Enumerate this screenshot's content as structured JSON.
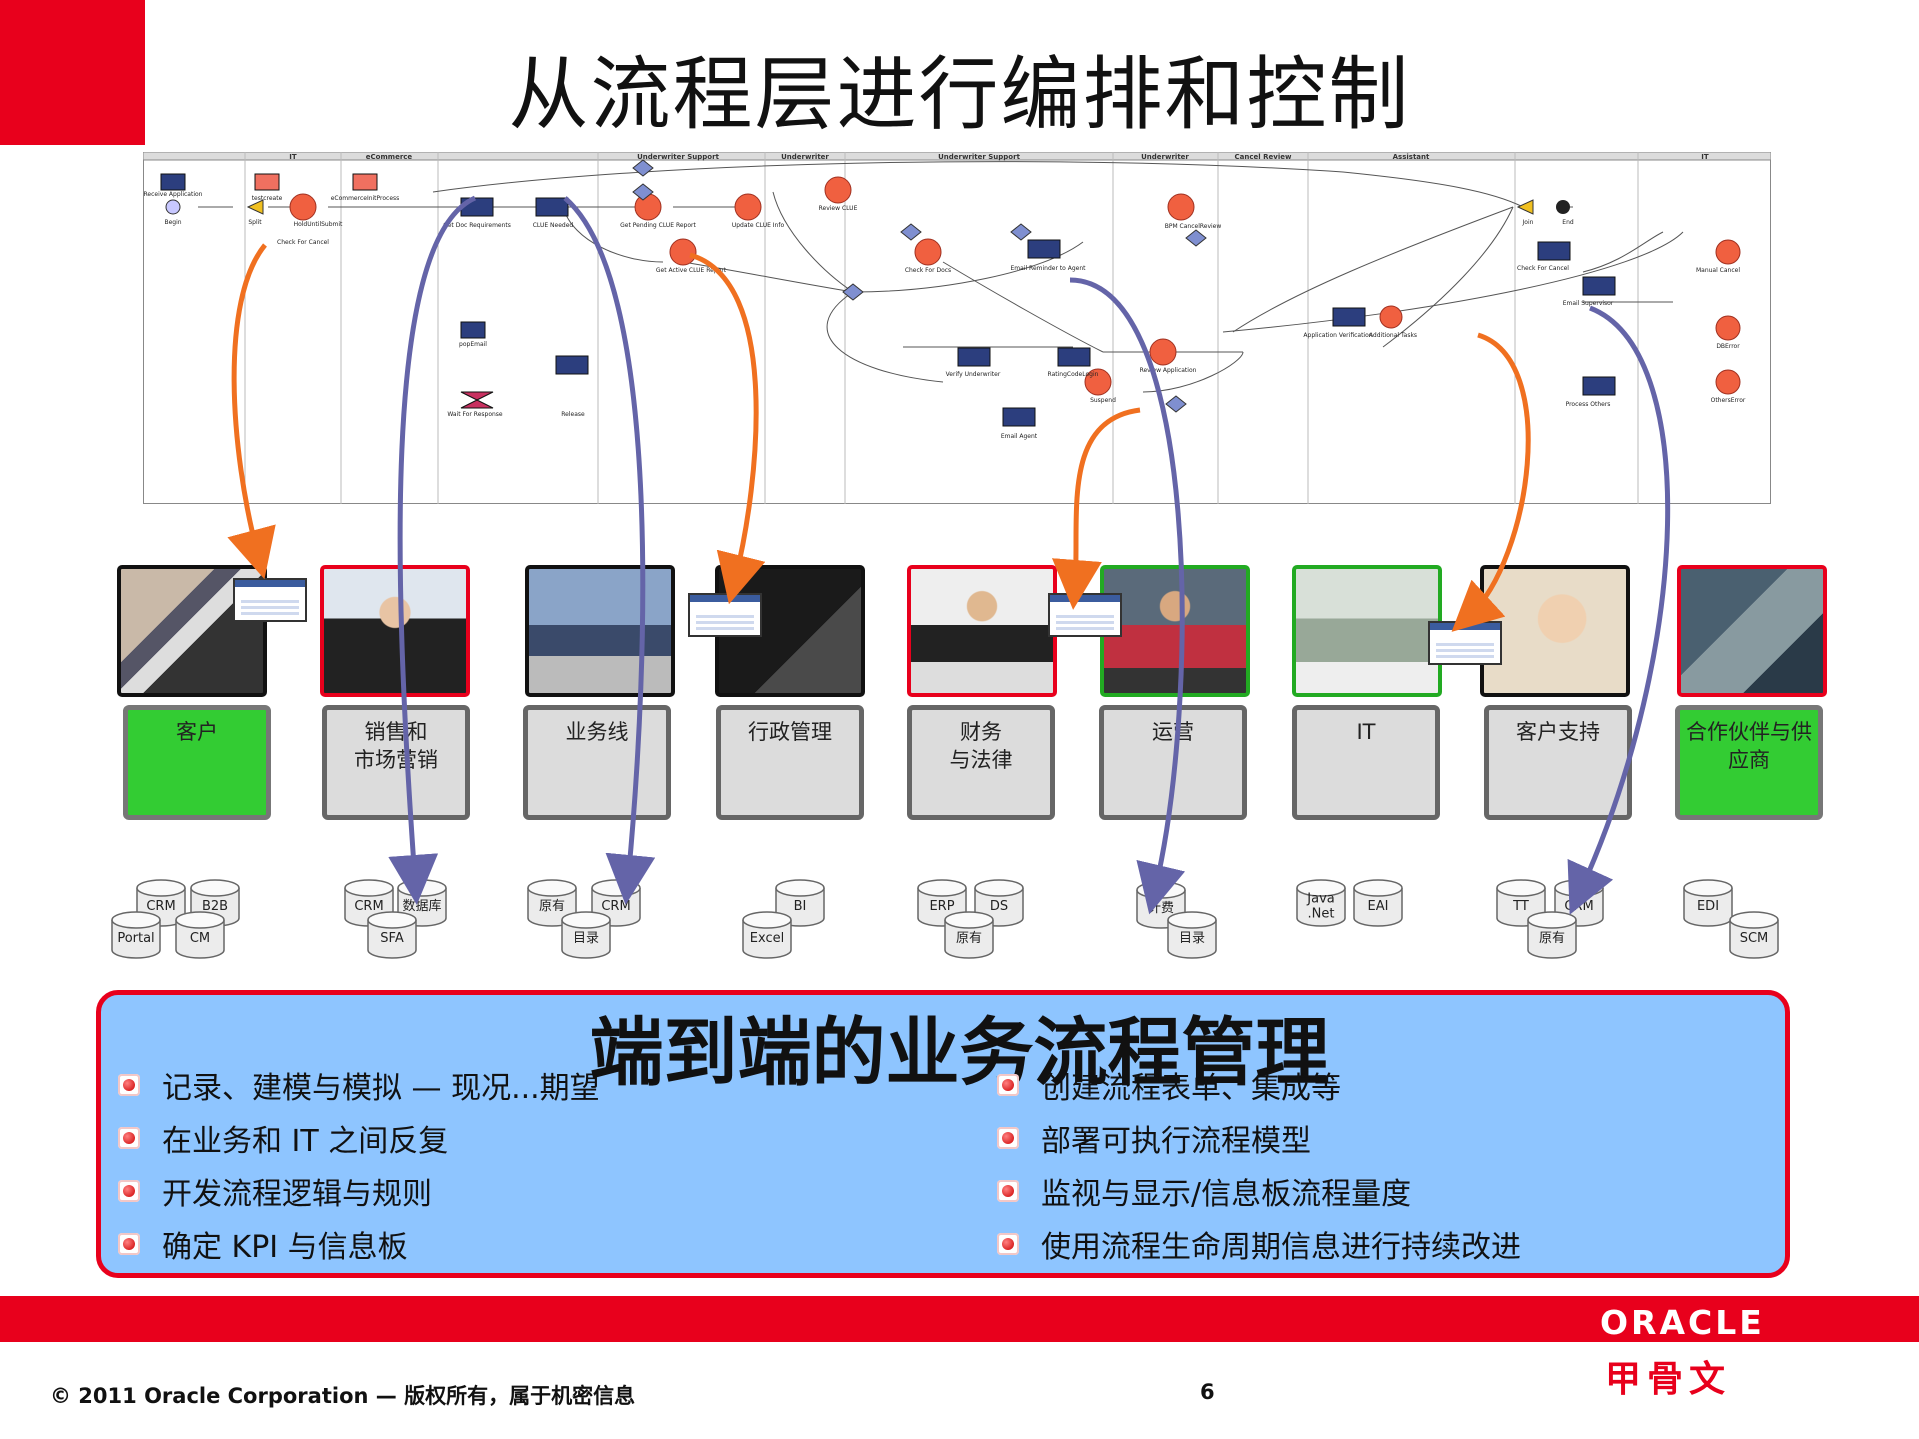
{
  "title": "从流程层进行编排和控制",
  "colors": {
    "brand_red": "#e8001c",
    "green": "#33cc33",
    "orange_arrow": "#f07020",
    "purple_arrow": "#6464a8",
    "panel_blue": "#8ec5ff"
  },
  "bpmn": {
    "lanes": [
      "IT",
      "eCommerce",
      "Underwriter Support",
      "Underwriter",
      "Underwriter Support",
      "Underwriter",
      "Cancel Review",
      "Assistant",
      "IT"
    ],
    "nodes": [
      "Receive Application",
      "Begin",
      "testcreate",
      "Split",
      "HoldUntilSubmit",
      "Check For Cancel",
      "eCommerceInitProcess",
      "Get Doc Requirements",
      "CLUE Needed",
      "Get Pending CLUE Report",
      "Update CLUE Info",
      "Review CLUE",
      "Get Active CLUE Report",
      "Check For Docs",
      "Email Reminder to Agent",
      "Verify Underwriter",
      "RatingCodeLogin",
      "Review Application",
      "Suspend",
      "Email Agent",
      "popEmail",
      "Wait For Response",
      "Release",
      "BPM CancelReview",
      "Application Verification",
      "Additional Tasks",
      "Join",
      "End",
      "Check For Cancel",
      "Email Supervisor",
      "Manual Cancel",
      "DBError",
      "Process Others",
      "OthersError"
    ]
  },
  "departments": [
    {
      "label": "客户",
      "green": true
    },
    {
      "label": "销售和\n市场营销",
      "green": false
    },
    {
      "label": "业务线",
      "green": false
    },
    {
      "label": "行政管理",
      "green": false
    },
    {
      "label": "财务\n与法律",
      "green": false
    },
    {
      "label": "运营",
      "green": false
    },
    {
      "label": "IT",
      "green": false
    },
    {
      "label": "客户支持",
      "green": false
    },
    {
      "label": "合作伙伴与供\n应商",
      "green": true
    }
  ],
  "systems": [
    [
      "CRM",
      "B2B",
      "Portal",
      "CM"
    ],
    [
      "CRM",
      "数据库",
      "SFA"
    ],
    [
      "原有",
      "CRM",
      "目录"
    ],
    [
      "BI",
      "Excel"
    ],
    [
      "ERP",
      "DS",
      "原有"
    ],
    [
      "计费",
      "目录"
    ],
    [
      "Java\n.Net",
      "EAI"
    ],
    [
      "TT",
      "CRM",
      "原有"
    ],
    [
      "EDI",
      "SCM"
    ]
  ],
  "panel": {
    "title": "端到端的业务流程管理",
    "left_bullets": [
      "记录、建模与模拟 — 现况...期望",
      "在业务和 IT 之间反复",
      "开发流程逻辑与规则",
      "确定 KPI 与信息板"
    ],
    "right_bullets": [
      "创建流程表单、集成等",
      "部署可执行流程模型",
      "监视与显示/信息板流程量度",
      "使用流程生命周期信息进行持续改进"
    ]
  },
  "footer": {
    "copyright": "© 2011 Oracle Corporation — 版权所有，属于机密信息",
    "page": "6",
    "oracle": "ORACLE",
    "cn_logo": "甲骨文"
  }
}
